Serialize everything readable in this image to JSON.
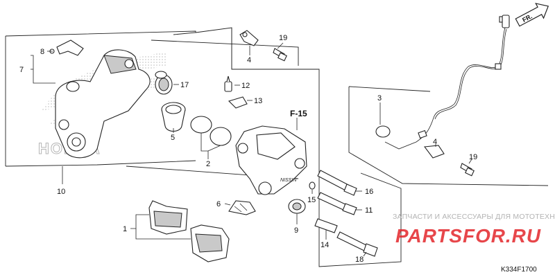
{
  "diagram": {
    "code": "K334F1700",
    "section_ref": "F-15",
    "direction_label": "FR.",
    "brand_watermark": "HONDA",
    "site_watermark": {
      "tagline": "ЗАПЧАСТИ И АКСЕССУАРЫ ДЛЯ МОТОТЕХНИКИ",
      "logo_text": "PARTSFOR.RU"
    },
    "accent_color": "#e3262b",
    "watermark_color": "#b3b3b3",
    "callouts": [
      "1",
      "2",
      "3",
      "4",
      "4",
      "5",
      "6",
      "7",
      "8",
      "9",
      "10",
      "11",
      "12",
      "13",
      "14",
      "15",
      "16",
      "17",
      "18",
      "19",
      "19"
    ]
  }
}
